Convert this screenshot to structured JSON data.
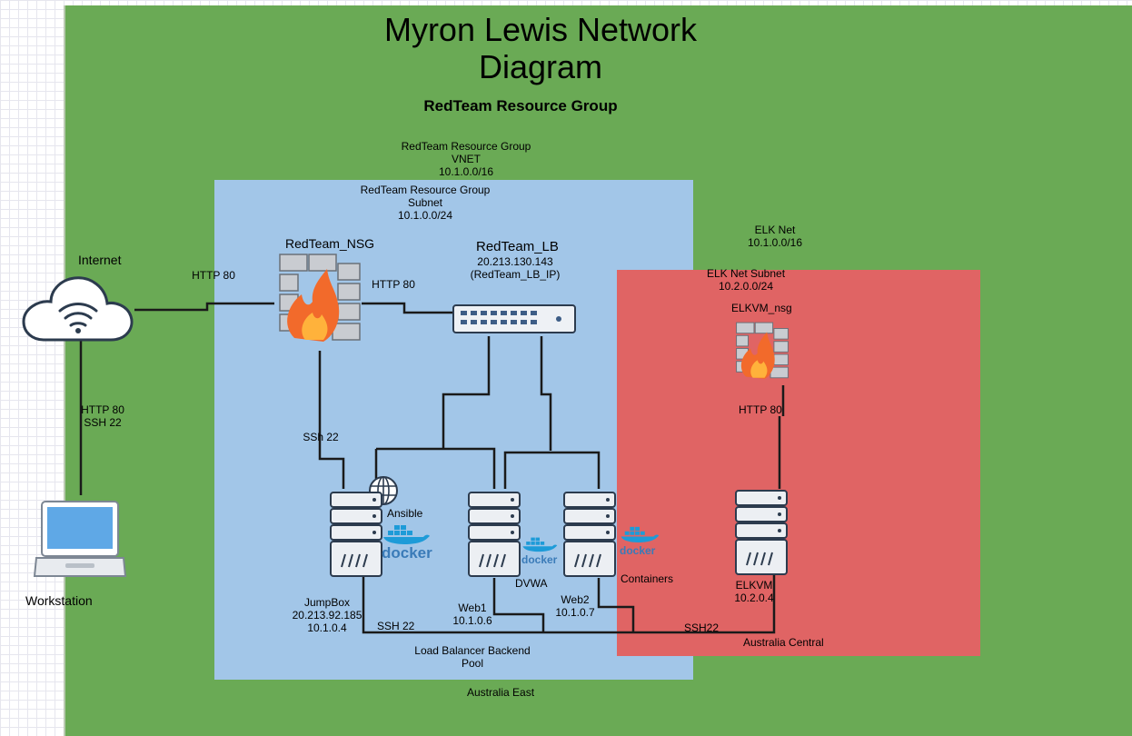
{
  "title": "Myron Lewis Network\nDiagram",
  "resource_group_title": "RedTeam Resource Group",
  "vnet_label": "RedTeam Resource Group\nVNET\n10.1.0.0/16",
  "subnet_label": "RedTeam Resource Group\nSubnet\n10.1.0.0/24",
  "internet_label": "Internet",
  "workstation_label": "Workstation",
  "internet_to_nsg": "HTTP 80",
  "internet_to_workstation": "HTTP 80\nSSH 22",
  "nsg_label": "RedTeam_NSG",
  "nsg_to_lb": "HTTP 80",
  "lb_name": "RedTeam_LB",
  "lb_ip": "20.213.130.143\n(RedTeam_LB_IP)",
  "nsg_to_jumpbox": "SSh 22",
  "ansible_label": "Ansible",
  "dvwa_label": "DVWA",
  "containers_label": "Containers",
  "jumpbox_label": "JumpBox\n20.213.92.185\n10.1.0.4",
  "web1_label": "Web1\n10.1.0.6",
  "web2_label": "Web2\n10.1.0.7",
  "ssh22_label": "SSH 22",
  "ssh22_elk_label": "SSH22",
  "backend_pool_label": "Load Balancer Backend\nPool",
  "region_east": "Australia East",
  "elk_net_label": "ELK Net\n10.1.0.0/16",
  "elk_subnet_label": "ELK Net Subnet\n10.2.0.0/24",
  "elkvm_nsg_label": "ELKVM_nsg",
  "elk_http_label": "HTTP 80",
  "elkvm_label": "ELKVM\n10.2.0.4",
  "region_central": "Australia Central",
  "docker_text": "docker",
  "colors": {
    "green_region": "#6aaa55",
    "blue_region": "#a2c6e8",
    "red_region": "#e06464",
    "server_fill": "#eceff3",
    "server_stroke": "#2c3b4e"
  }
}
